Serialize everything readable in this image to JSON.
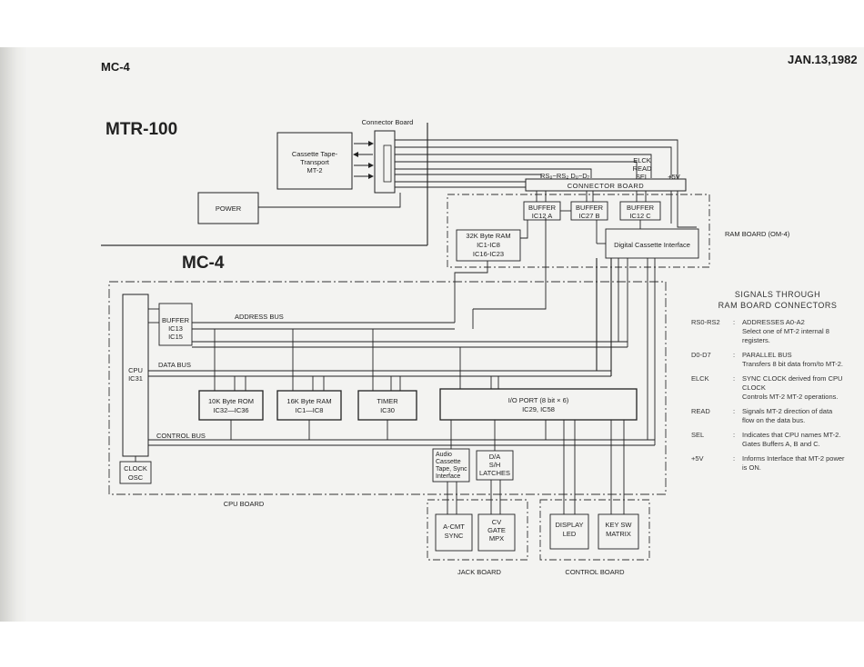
{
  "header": {
    "doc_id": "MC-4",
    "date": "JAN.13,1982"
  },
  "sections": {
    "mtr100": "MTR-100",
    "mc4": "MC-4"
  },
  "blocks": {
    "cassette": [
      "Cassette Tape-",
      "Transport",
      "MT-2"
    ],
    "power": "POWER",
    "connector_board_label": "Connector Board",
    "connector_board": "CONNECTOR BOARD",
    "ram32k": [
      "32K Byte RAM",
      "IC1-IC8",
      "IC16-IC23"
    ],
    "buf_a": [
      "BUFFER",
      "IC12  A"
    ],
    "buf_b": [
      "BUFFER",
      "IC27  B"
    ],
    "buf_c": [
      "BUFFER",
      "IC12  C"
    ],
    "dci": "Digital Cassette Interface",
    "ram_board": "RAM BOARD (OM-4)",
    "cpu": [
      "CPU",
      "IC31"
    ],
    "buffer_cpu": [
      "BUFFER",
      "IC13",
      "IC15"
    ],
    "rom": [
      "10K Byte ROM",
      "IC32—IC36"
    ],
    "ram16k": [
      "16K Byte RAM",
      "IC1—IC8"
    ],
    "timer": [
      "TIMER",
      "IC30"
    ],
    "io": [
      "I/O PORT (8 bit × 6)",
      "IC29, IC58"
    ],
    "clock": [
      "CLOCK",
      "OSC"
    ],
    "audio": [
      "Audio",
      "Cassette",
      "Tape, Sync",
      "Interface"
    ],
    "da": [
      "D/A",
      "S/H",
      "LATCHES"
    ],
    "acmt": [
      "A-CMT",
      "SYNC"
    ],
    "cvgate": [
      "CV",
      "GATE",
      "MPX"
    ],
    "display": [
      "DISPLAY",
      "LED"
    ],
    "keysw": [
      "KEY SW",
      "MATRIX"
    ],
    "signals_top": [
      "ELCK",
      "READ",
      "SEL",
      "+5V"
    ],
    "rs_label": "RS₀~RS₂  D₀~D₇"
  },
  "bus_labels": {
    "address": "ADDRESS BUS",
    "data": "DATA BUS",
    "control": "CONTROL BUS"
  },
  "board_labels": {
    "cpu": "CPU  BOARD",
    "jack": "JACK BOARD",
    "control": "CONTROL BOARD"
  },
  "legend": {
    "title": [
      "SIGNALS  THROUGH",
      "RAM BOARD CONNECTORS"
    ],
    "rows": [
      {
        "key": "RS0-RS2",
        "lines": [
          "ADDRESSES A0-A2",
          "Select  one  of  MT-2  internal  8",
          "registers."
        ]
      },
      {
        "key": "D0-D7",
        "lines": [
          "PARALLEL BUS",
          "Transfers 8 bit data from/to MT-2."
        ]
      },
      {
        "key": "ELCK",
        "lines": [
          "SYNC CLOCK derived from CPU",
          "CLOCK",
          "Controls MT-2 MT-2 operations."
        ]
      },
      {
        "key": "READ",
        "lines": [
          "Signals  MT-2  direction  of  data",
          "flow on the data bus."
        ]
      },
      {
        "key": "SEL",
        "lines": [
          "Indicates that CPU names MT-2.",
          "Gates Buffers A, B and C."
        ]
      },
      {
        "key": "+5V",
        "lines": [
          "Informs Interface that MT-2 power",
          "is ON."
        ]
      }
    ]
  }
}
